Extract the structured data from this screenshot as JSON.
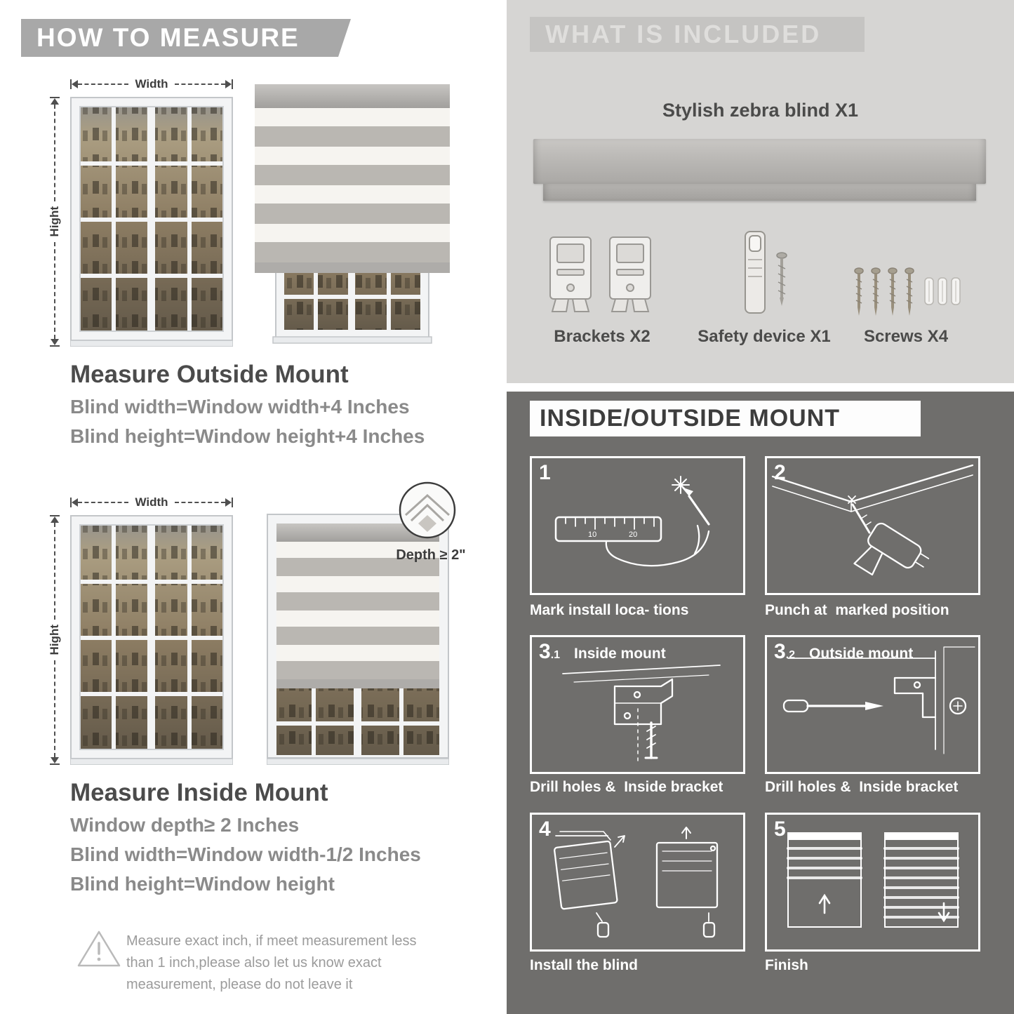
{
  "colors": {
    "banner_gray": "#a8a8a8",
    "included_bg": "#d6d5d3",
    "included_banner_bg": "#c5c4c2",
    "included_banner_text": "#dfdedc",
    "mount_bg": "#6f6e6c",
    "heading_text": "#4b4b4b",
    "body_text": "#8a8a8a"
  },
  "left": {
    "header": "HOW TO MEASURE",
    "labels": {
      "width": "Width",
      "height": "Hight"
    },
    "outside": {
      "title": "Measure Outside Mount",
      "line1": "Blind width=Window width+4 Inches",
      "line2": "Blind height=Window height+4 Inches"
    },
    "inside": {
      "title": "Measure Inside Mount",
      "depth_callout": "Depth ≥ 2\"",
      "line1": "Window depth≥ 2 Inches",
      "line2": "Blind width=Window width-1/2 Inches",
      "line3": "Blind height=Window height"
    },
    "warning": "Measure exact inch, if meet measurement less than 1 inch,please also let us know exact measurement, please do not leave it"
  },
  "right": {
    "included": {
      "header": "WHAT IS INCLUDED",
      "product": "Stylish zebra blind X1",
      "items": [
        {
          "label": "Brackets X2"
        },
        {
          "label": "Safety device X1"
        },
        {
          "label": "Screws X4"
        }
      ]
    },
    "mount": {
      "header": "INSIDE/OUTSIDE MOUNT",
      "steps": [
        {
          "num": "1",
          "sub": "",
          "title": "",
          "caption": "Mark install loca- tions",
          "ruler1": "10",
          "ruler2": "20"
        },
        {
          "num": "2",
          "sub": "",
          "title": "",
          "caption": "Punch at  marked position"
        },
        {
          "num": "3",
          "sub": ".1",
          "title": "Inside mount",
          "caption": "Drill holes &  Inside bracket"
        },
        {
          "num": "3",
          "sub": ".2",
          "title": "Outside mount",
          "caption": "Drill holes &  Inside bracket"
        },
        {
          "num": "4",
          "sub": "",
          "title": "",
          "caption": "Install the blind"
        },
        {
          "num": "5",
          "sub": "",
          "title": "",
          "caption": "Finish"
        }
      ]
    }
  }
}
